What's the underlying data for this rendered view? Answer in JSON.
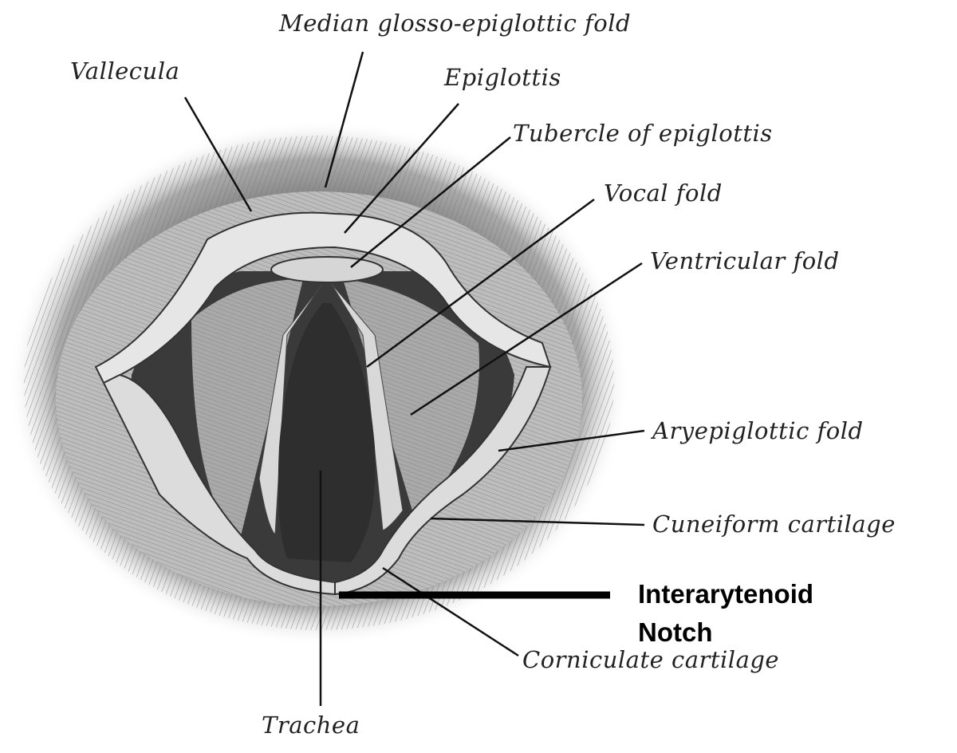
{
  "labels": {
    "median_glosso_epiglottic_fold": "Median glosso-epiglottic fold",
    "vallecula": "Vallecula",
    "epiglottis": "Epiglottis",
    "tubercle_of_epiglottis": "Tubercle of epiglottis",
    "vocal_fold": "Vocal fold",
    "ventricular_fold": "Ventricular fold",
    "aryepiglottic_fold": "Aryepiglottic fold",
    "cuneiform_cartilage": "Cuneiform cartilage",
    "corniculate_cartilage": "Corniculate cartilage",
    "trachea": "Trachea"
  },
  "annotation": {
    "line1": "Interarytenoid",
    "line2": "Notch"
  }
}
